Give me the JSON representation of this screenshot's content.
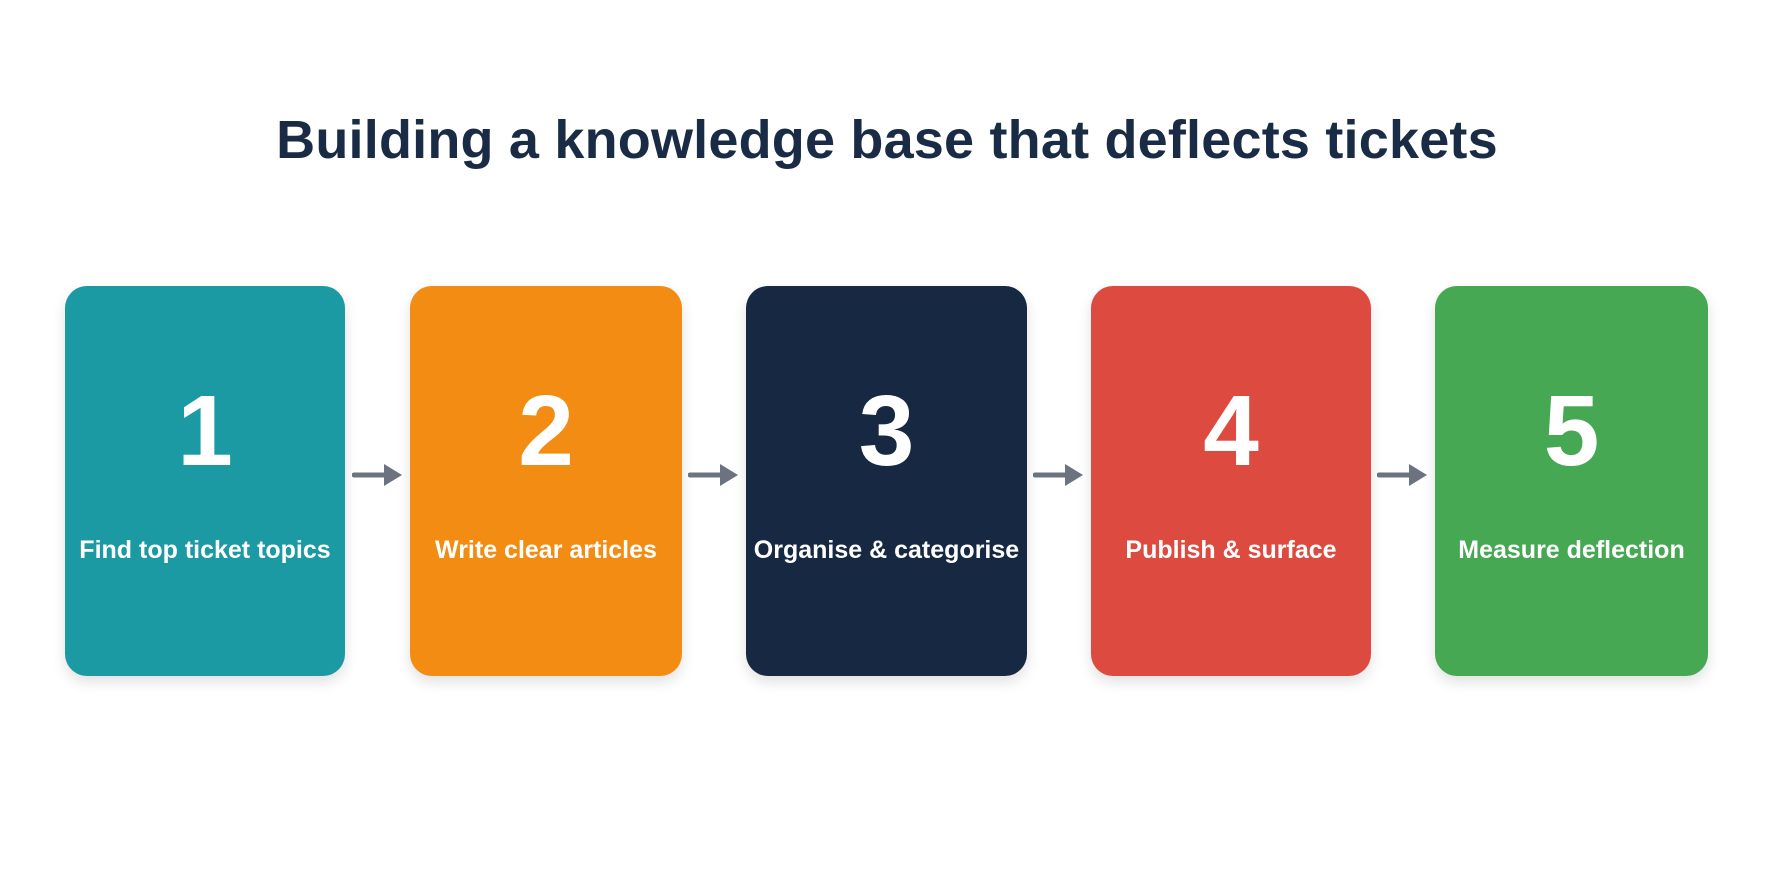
{
  "title": "Building a knowledge base that deflects tickets",
  "steps": [
    {
      "number": "1",
      "label": "Find top ticket topics",
      "color": "#1b9aa4"
    },
    {
      "number": "2",
      "label": "Write clear articles",
      "color": "#f28c12"
    },
    {
      "number": "3",
      "label": "Organise & categorise",
      "color": "#172842"
    },
    {
      "number": "4",
      "label": "Publish & surface",
      "color": "#dd4b40"
    },
    {
      "number": "5",
      "label": "Measure deflection",
      "color": "#46a853"
    }
  ],
  "arrow_color": "#6b7280",
  "arrow_icon": "arrow-right-icon"
}
